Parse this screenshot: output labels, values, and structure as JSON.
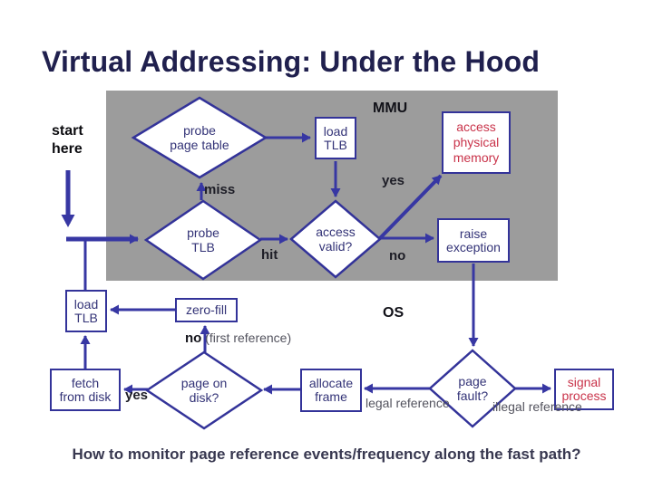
{
  "slide": {
    "title": "Virtual Addressing: Under the Hood",
    "caption": "How to monitor page reference events/frequency along the fast path?"
  },
  "annotations": {
    "start_here": "start\nhere",
    "mmu": "MMU",
    "os": "OS"
  },
  "nodes": {
    "probe_page_table": "probe\npage table",
    "load_tlb_mmu": "load\nTLB",
    "access_physical_memory": "access\nphysical\nmemory",
    "probe_tlb": "probe\nTLB",
    "access_valid": "access\nvalid?",
    "raise_exception": "raise\nexception",
    "load_tlb_os": "load\nTLB",
    "zero_fill": "zero-fill",
    "fetch_from_disk": "fetch\nfrom disk",
    "page_on_disk": "page on\ndisk?",
    "allocate_frame": "allocate\nframe",
    "page_fault": "page\nfault?",
    "signal_process": "signal\nprocess"
  },
  "edge_labels": {
    "miss": "miss",
    "hit": "hit",
    "yes_valid": "yes",
    "no_valid": "no",
    "yes_disk": "yes",
    "no_disk": "no",
    "first_reference": "(first reference)",
    "legal_reference": "legal\nreference",
    "illegal_reference": "illegal\nreference"
  },
  "colors": {
    "line": "#3737a3",
    "node_border": "#333399",
    "node_text": "#333377",
    "alert_text": "#c9334a",
    "mmu_background": "#9c9c9c",
    "title_text": "#20204e",
    "caption_text": "#383850"
  }
}
